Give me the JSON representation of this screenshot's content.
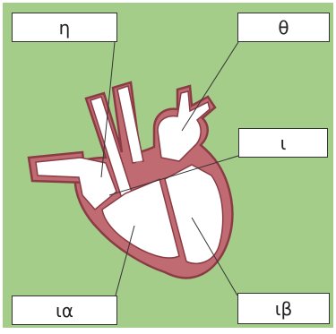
{
  "colors": {
    "background": "#a4cd8a",
    "heart_outline": "#8a3c45",
    "heart_wall": "#c06a72",
    "heart_fill": "#ffffff",
    "leader_line": "#333333"
  },
  "labels": {
    "eta": "η",
    "theta": "θ",
    "iota": "ι",
    "iota_alpha": "ια",
    "iota_beta": "ιβ"
  }
}
